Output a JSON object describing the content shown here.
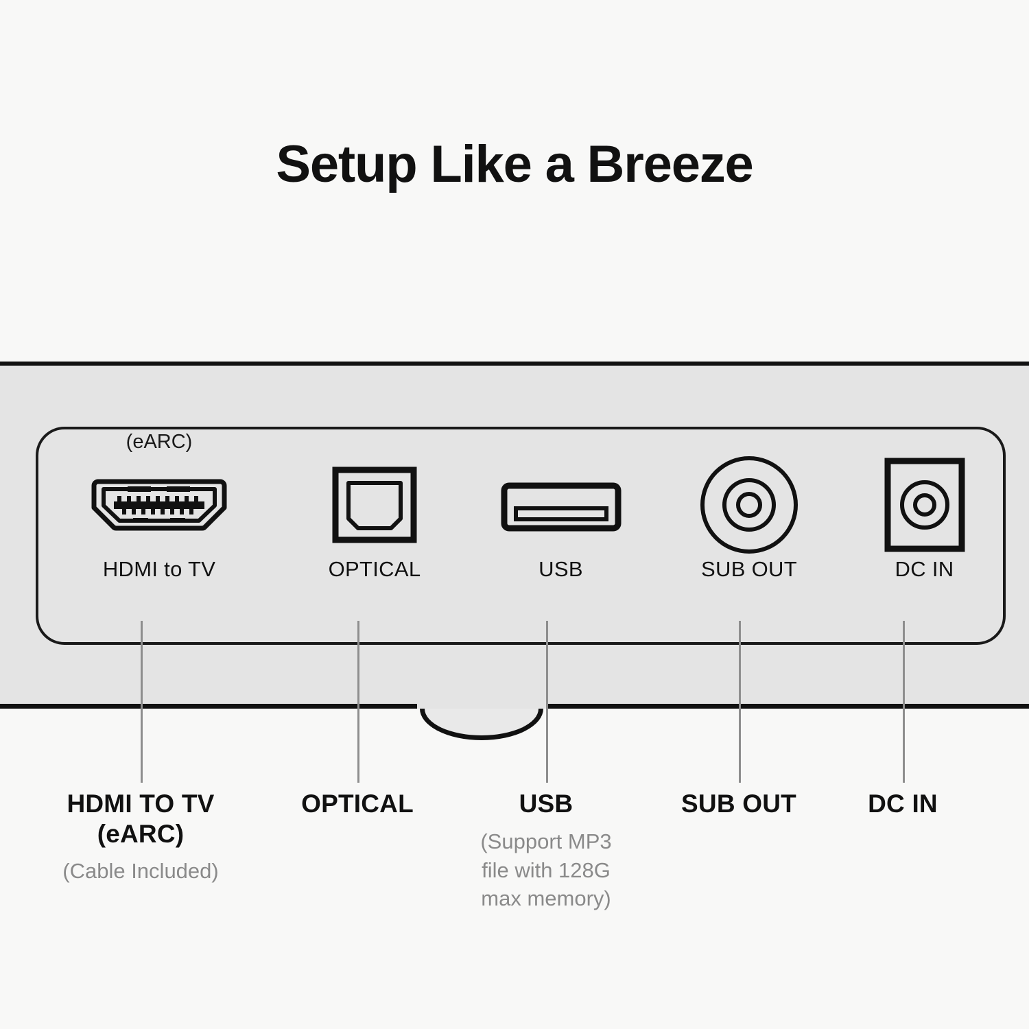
{
  "page": {
    "title": "Setup Like a Breeze",
    "background_color": "#f8f8f7",
    "device_color": "#e4e4e4",
    "line_color": "#111111",
    "leader_color": "#8e8e8e",
    "muted_text_color": "#8a8a8a"
  },
  "panel": {
    "ports": [
      {
        "id": "hdmi",
        "supra_label": "(eARC)",
        "label": "HDMI to TV",
        "icon": "hdmi-port-icon"
      },
      {
        "id": "optical",
        "supra_label": "",
        "label": "OPTICAL",
        "icon": "optical-toslink-port-icon"
      },
      {
        "id": "usb",
        "supra_label": "",
        "label": "USB",
        "icon": "usb-port-icon"
      },
      {
        "id": "sub-out",
        "supra_label": "",
        "label": "SUB OUT",
        "icon": "rca-jack-icon"
      },
      {
        "id": "dc-in",
        "supra_label": "",
        "label": "DC IN",
        "icon": "dc-power-jack-icon"
      }
    ]
  },
  "captions": [
    {
      "id": "hdmi",
      "title": "HDMI TO TV\n(eARC)",
      "title_line1": "HDMI TO TV",
      "title_line2": "(eARC)",
      "subtitle": "(Cable Included)"
    },
    {
      "id": "optical",
      "title_line1": "OPTICAL",
      "title_line2": "",
      "subtitle": ""
    },
    {
      "id": "usb",
      "title_line1": "USB",
      "title_line2": "",
      "subtitle_line1": "(Support MP3",
      "subtitle_line2": "file with 128G",
      "subtitle_line3": "max memory)"
    },
    {
      "id": "sub-out",
      "title_line1": "SUB OUT",
      "title_line2": "",
      "subtitle": ""
    },
    {
      "id": "dc-in",
      "title_line1": "DC IN",
      "title_line2": "",
      "subtitle": ""
    }
  ]
}
